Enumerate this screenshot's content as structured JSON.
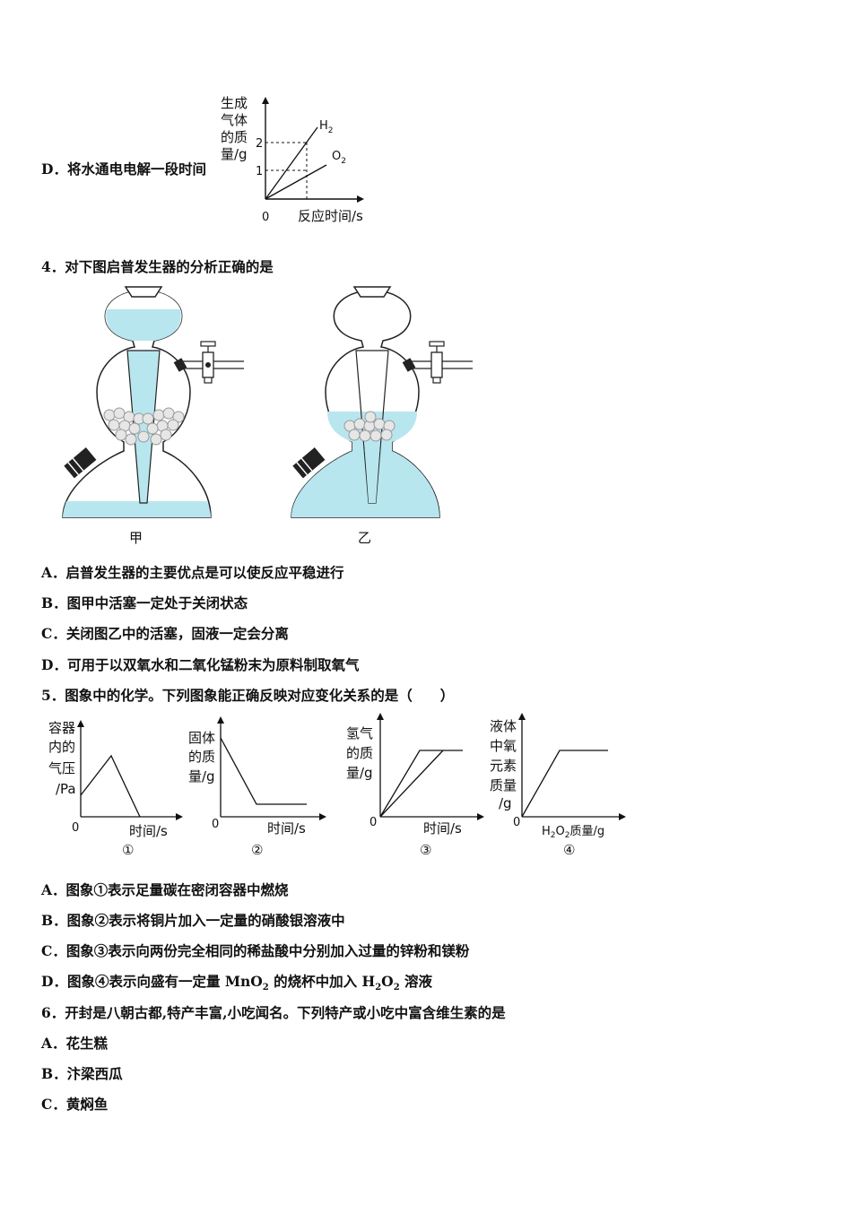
{
  "q3": {
    "optionD": "D．将水通电电解一段时间",
    "graphD": {
      "ylabel": [
        "生成",
        "气体",
        "的质",
        "量/g"
      ],
      "xlabel": "反应时间/s",
      "origin": "0",
      "tick2": "2",
      "tick1": "1",
      "line1": "H",
      "line1_sub": "2",
      "line2": "O",
      "line2_sub": "2"
    }
  },
  "q4": {
    "stem": "4．对下图启普发生器的分析正确的是",
    "label_jia": "甲",
    "label_yi": "乙",
    "liquid_color": "#b8e6ef",
    "options": [
      "A．启普发生器的主要优点是可以使反应平稳进行",
      "B．图甲中活塞一定处于关闭状态",
      "C．关闭图乙中的活塞，固液一定会分离",
      "D．可用于以双氧水和二氧化锰粉末为原料制取氧气"
    ]
  },
  "q5": {
    "stem": "5．图象中的化学。下列图象能正确反映对应变化关系的是（　　）",
    "graphs": [
      {
        "ylabel": [
          "容器",
          "内的",
          "气压",
          "/Pa"
        ],
        "xlabel": "时间/s",
        "origin": "0",
        "num": "①"
      },
      {
        "ylabel": [
          "固体",
          "的质",
          "量/g"
        ],
        "xlabel": "时间/s",
        "origin": "0",
        "num": "②"
      },
      {
        "ylabel": [
          "氢气",
          "的质",
          "量/g"
        ],
        "xlabel": "时间/s",
        "origin": "0",
        "num": "③"
      },
      {
        "ylabel": [
          "液体",
          "中氧",
          "元素",
          "质量",
          "/g"
        ],
        "xlabel_pre": "H",
        "xlabel_sub1": "2",
        "xlabel_mid": "O",
        "xlabel_sub2": "2",
        "xlabel_post": "质量/g",
        "origin": "0",
        "num": "④"
      }
    ],
    "options": {
      "A": "A．图象①表示足量碳在密闭容器中燃烧",
      "B": "B．图象②表示将铜片加入一定量的硝酸银溶液中",
      "C": "C．图象③表示向两份完全相同的稀盐酸中分别加入过量的锌粉和镁粉",
      "D_pre": "D．图象④表示向盛有一定量 MnO",
      "D_sub1": "2",
      "D_mid": " 的烧杯中加入 H",
      "D_sub2": "2",
      "D_mid2": "O",
      "D_sub3": "2",
      "D_post": " 溶液"
    }
  },
  "q6": {
    "stem": "6．开封是八朝古都,特产丰富,小吃闻名。下列特产或小吃中富含维生素的是",
    "options": [
      "A．花生糕",
      "B．汴梁西瓜",
      "C．黄焖鱼"
    ]
  }
}
